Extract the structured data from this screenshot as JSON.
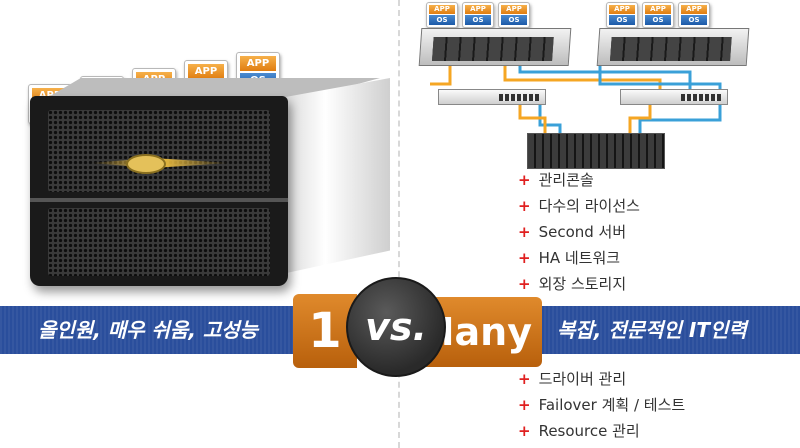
{
  "tile_text": {
    "app": "APP",
    "os": "OS"
  },
  "left_tiles_count": 5,
  "comparison": {
    "left_label": "올인원, 매우 쉬움, 고성능",
    "left_number": "1",
    "versus": "vs.",
    "right_word": "Many",
    "right_label": "복잡, 전문적인 IT인력"
  },
  "features_upper": [
    "관리콘솔",
    "다수의 라이선스",
    "Second 서버",
    "HA 네트워크",
    "외장 스토리지"
  ],
  "features_lower": [
    "드라이버 관리",
    "Failover 계획 / 테스트",
    "Resource 관리"
  ],
  "bullet": "+",
  "colors": {
    "banner": "#2a4e9c",
    "accent_orange": "#d07a1e",
    "vs_circle": "#3a3a3a",
    "bullet_red": "#e02020",
    "cable_orange": "#f5a623",
    "cable_blue": "#3aa0d8"
  }
}
